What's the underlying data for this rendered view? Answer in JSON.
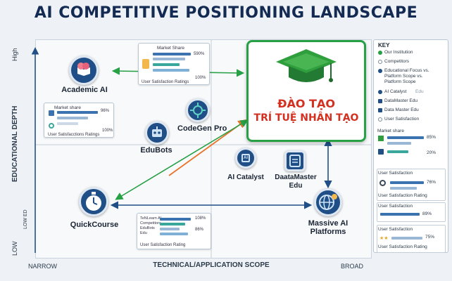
{
  "title": "AI COMPETITIVE POSITIONING LANDSCAPE",
  "axes": {
    "y_label": "EDUCATIONAL DEPTH",
    "y_high": "High",
    "y_low": "LOW",
    "y_low_ed": "LOW ED",
    "x_label": "TECHNICAL/APPLICATION SCOPE",
    "x_narrow": "NARROW",
    "x_broad": "BROAD"
  },
  "nodes": {
    "academic_ai": "Academic AI",
    "codegen_pro": "CodeGen Pro",
    "edubots": "EduBots",
    "ai_catalyst": "AI Catalyst",
    "dataamaster_line1": "DaataMaster",
    "dataamaster_line2": "Edu",
    "quickcourse": "QuickCourse",
    "massive_line1": "Massive AI",
    "massive_line2": "Platforms",
    "catalyst_chip": "AI"
  },
  "hero": {
    "line1": "ĐÀO TẠO",
    "line2": "TRÍ TUỆ NHÂN TẠO"
  },
  "card_top": {
    "title": "Market Share",
    "value1": "590%",
    "value2": "100%",
    "footer": "User Satisfaction Ratings"
  },
  "card_left": {
    "title": "Market share",
    "value1": "96%",
    "value2": "100%",
    "footer": "User Satisfacctions Ratings"
  },
  "card_bottom": {
    "row1_label": "TeNLearn AI",
    "row2_label": "Competitors",
    "row3_label": "EduBots",
    "row4_label": "Edu",
    "value1": "108%",
    "value2": "86%",
    "footer": "User Satisfaction Rating"
  },
  "key": {
    "title": "KEY",
    "item1": "Our Institution",
    "item2": "Competitors",
    "item3_a": "Educational Focus vs.",
    "item3_b": "Platform Scope vs.",
    "item3_c": "Platform Scope",
    "item4": "AI Catalyst",
    "item4_sub": "Edu",
    "item5": "DataMaster Edu",
    "item6": "Data Master Edu",
    "item7": "User Satisfaction",
    "ms_title": "Market share",
    "ms_v1": "85%",
    "ms_v2": "20%",
    "us1_title": "User Satisfaction",
    "us1_v": "76%",
    "us1_footer": "User Satisfaction Rating",
    "us2_title": "User Satisfaction",
    "us2_v": "89%",
    "us3_title": "User Satisfaction",
    "us3_v": "75%",
    "us3_footer": "User Satisfaction Rating"
  },
  "colors": {
    "navy": "#1f4f86",
    "green": "#27a046",
    "orange": "#e8742a",
    "red": "#d33020",
    "teal": "#3aa79c"
  }
}
